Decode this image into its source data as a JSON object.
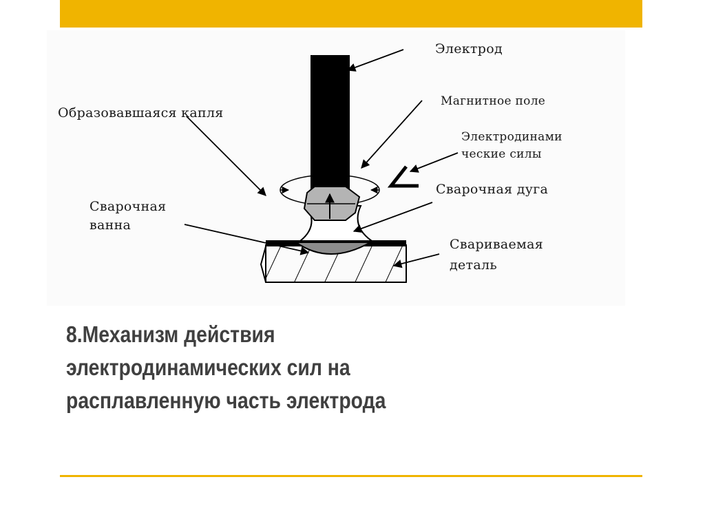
{
  "labels": {
    "electrode": "Электрод",
    "magnetic_field": "Магнитное поле",
    "formed_drop": "Образовавшаяся капля",
    "electrodynamic_line1": "Электродинами",
    "electrodynamic_line2": "ческие силы",
    "weld_arc": "Сварочная дуга",
    "weld_pool_line1": "Сварочная",
    "weld_pool_line2": "ванна",
    "workpiece_line1": "Свариваемая",
    "workpiece_line2": "деталь"
  },
  "caption": {
    "line1": "8.Механизм действия",
    "line2": "электродинамических сил на",
    "line3": "расплавленную часть электрода"
  },
  "colors": {
    "accent": "#f0b400",
    "caption_text": "#404040",
    "drop_fill": "#b4b4b4",
    "pool_fill": "#8c8c8c"
  }
}
